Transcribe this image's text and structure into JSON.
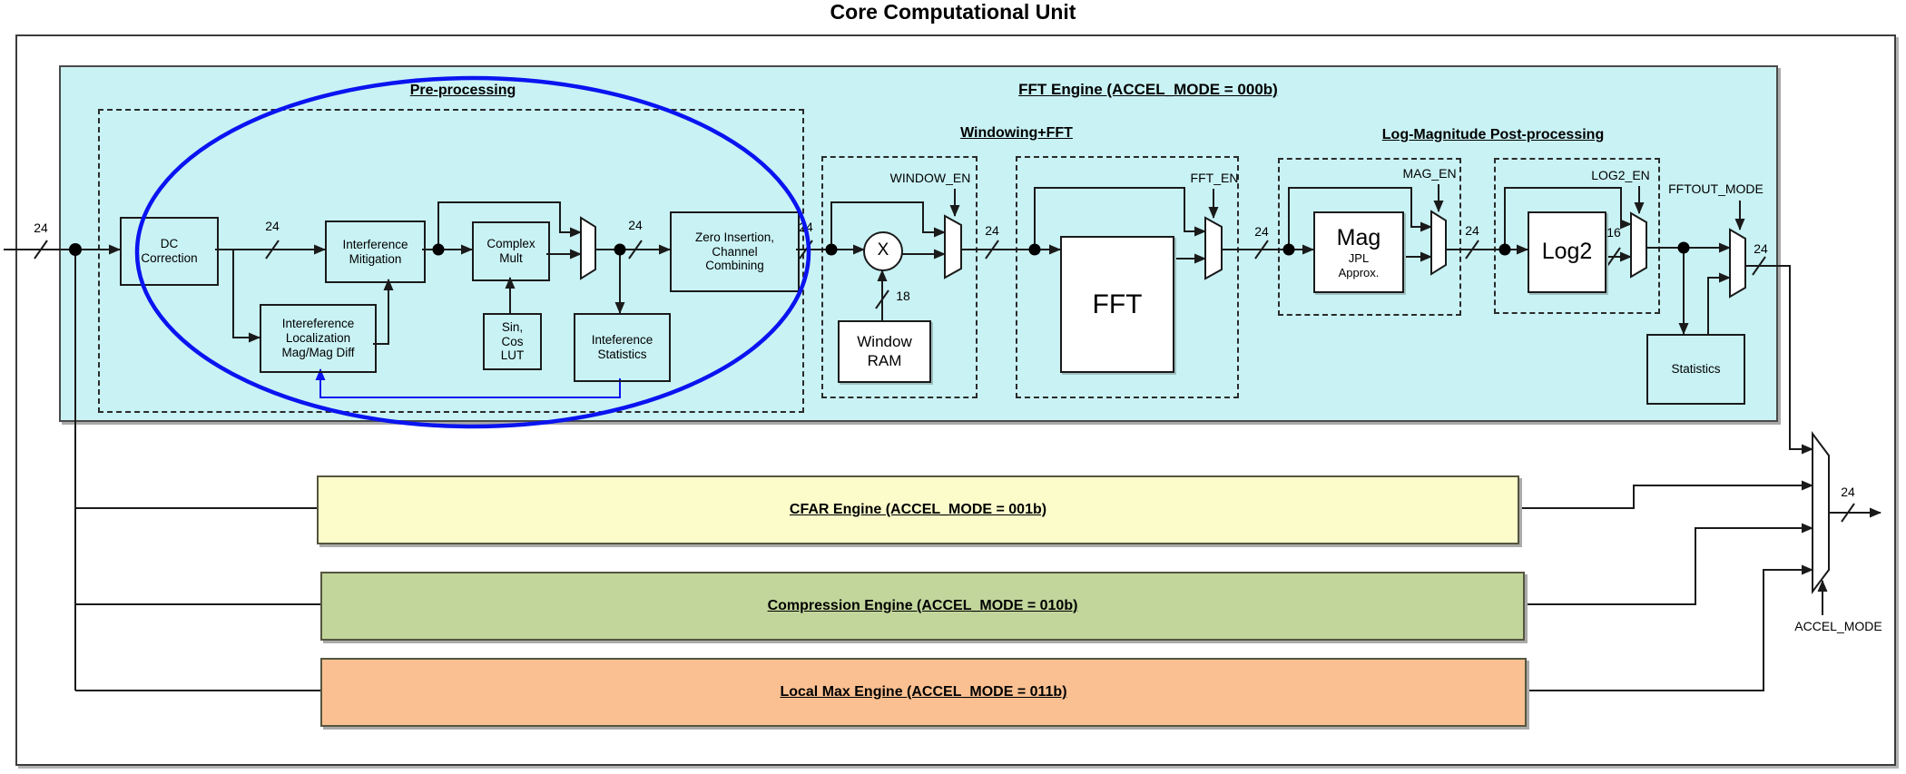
{
  "title": "Core Computational Unit",
  "sections": {
    "fft_engine": "FFT Engine (ACCEL_MODE = 000b)",
    "preprocessing": "Pre-processing",
    "windowing_fft": "Windowing+FFT",
    "log_magnitude": "Log-Magnitude Post-processing"
  },
  "blocks": {
    "dc_correction": "DC Correction",
    "interference_mitigation": "Interference Mitigation",
    "interference_localization": "Intereference Localization Mag/Mag Diff",
    "complex_mult": "Complex Mult",
    "sin_cos_lut": "Sin, Cos LUT",
    "interference_statistics": "Inteference Statistics",
    "zero_insertion": "Zero Insertion, Channel Combining",
    "multiplier": "X",
    "window_ram": "Window RAM",
    "fft": "FFT",
    "mag": "Mag",
    "mag_sub_line1": "JPL",
    "mag_sub_line2": "Approx.",
    "log2": "Log2",
    "statistics": "Statistics"
  },
  "signals": {
    "window_en": "WINDOW_EN",
    "fft_en": "FFT_EN",
    "mag_en": "MAG_EN",
    "log2_en": "LOG2_EN",
    "fftout_mode": "FFTOUT_MODE",
    "accel_mode": "ACCEL_MODE"
  },
  "bus_widths": {
    "w24": "24",
    "w18": "18",
    "w16": "16"
  },
  "engines": {
    "cfar": "CFAR Engine (ACCEL_MODE = 001b)",
    "compression": "Compression Engine (ACCEL_MODE = 010b)",
    "local_max": "Local Max Engine (ACCEL_MODE = 011b)"
  },
  "colors": {
    "fft_engine_bg": "#c9f2f4",
    "cfar_bg": "#fcfccb",
    "compression_bg": "#c2d69c",
    "local_max_bg": "#fac091",
    "highlight_ellipse": "#0a14f0"
  }
}
